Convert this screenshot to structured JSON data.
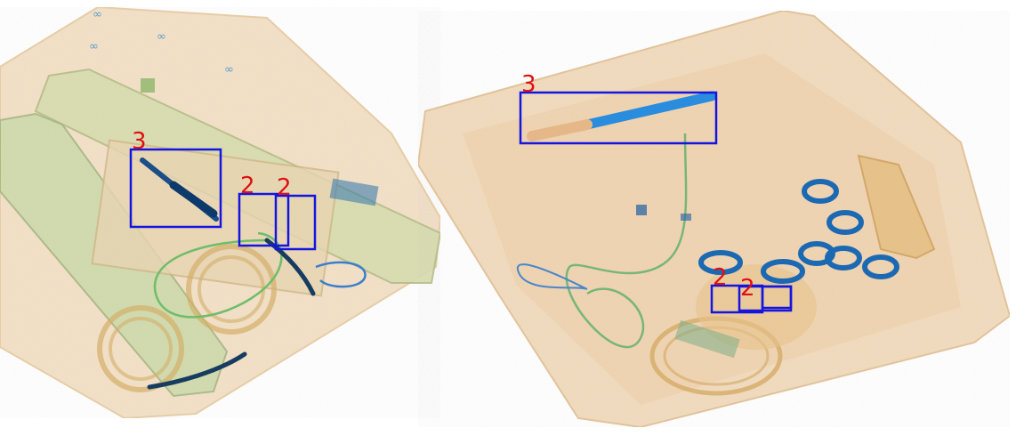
{
  "image": {
    "kind": "x-ray baggage scan with detection boxes",
    "background": "#ffffff"
  },
  "style": {
    "box_color": "#1515e0",
    "label_color": "#e01010",
    "bag_tint": "#f1dcc0",
    "tube_tint": "#cfdcaa",
    "metal_blue": "#1f6fc8"
  },
  "detections": [
    {
      "label": "3"
    },
    {
      "label": "2"
    },
    {
      "label": "2"
    },
    {
      "label": "3"
    },
    {
      "label": "2"
    },
    {
      "label": "2"
    },
    {
      "label": ""
    }
  ]
}
